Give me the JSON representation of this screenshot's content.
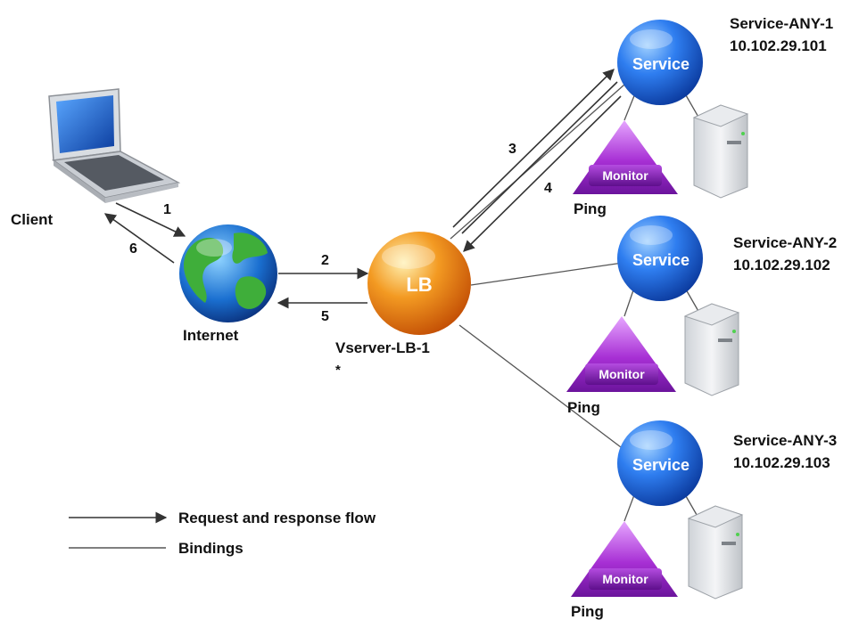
{
  "nodes": {
    "client": {
      "label": "Client"
    },
    "internet": {
      "label": "Internet"
    },
    "lb": {
      "text": "LB",
      "name": "Vserver-LB-1",
      "note": "*"
    },
    "services": [
      {
        "text": "Service",
        "name": "Service-ANY-1",
        "ip": "10.102.29.101",
        "monitor": "Monitor",
        "ping": "Ping"
      },
      {
        "text": "Service",
        "name": "Service-ANY-2",
        "ip": "10.102.29.102",
        "monitor": "Monitor",
        "ping": "Ping"
      },
      {
        "text": "Service",
        "name": "Service-ANY-3",
        "ip": "10.102.29.103",
        "monitor": "Monitor",
        "ping": "Ping"
      }
    ]
  },
  "flows": {
    "step1": "1",
    "step2": "2",
    "step3": "3",
    "step4": "4",
    "step5": "5",
    "step6": "6"
  },
  "legend": {
    "flow": "Request and response flow",
    "bindings": "Bindings"
  },
  "colors": {
    "service_blue": "#1f5fd6",
    "monitor_purple": "#a22fd1",
    "lb_orange": "#f07a12",
    "line": "#333333"
  }
}
